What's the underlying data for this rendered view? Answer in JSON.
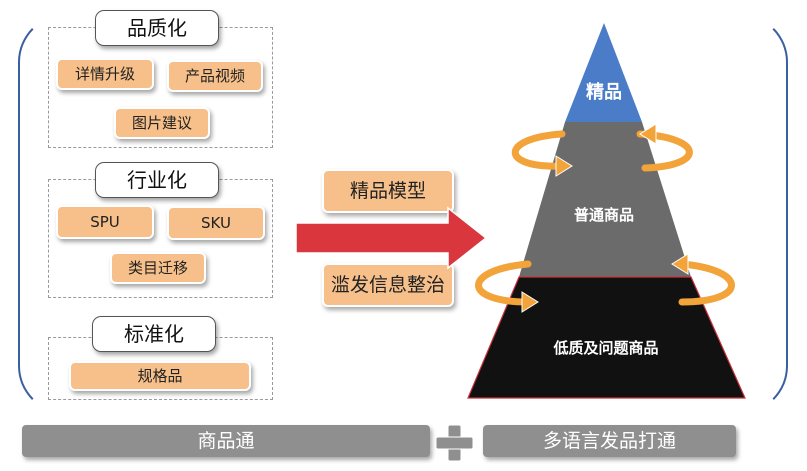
{
  "groups": {
    "quality": {
      "title": "品质化",
      "tags": [
        "详情升级",
        "产品视频",
        "图片建议"
      ]
    },
    "industry": {
      "title": "行业化",
      "tags": [
        "SPU",
        "SKU",
        "类目迁移"
      ]
    },
    "standard": {
      "title": "标准化",
      "tags": [
        "规格品"
      ]
    }
  },
  "middle": {
    "top_label": "精品模型",
    "bottom_label": "滥发信息整治"
  },
  "pyramid": {
    "top": "精品",
    "middle": "普通商品",
    "bottom": "低质及问题商品"
  },
  "bottom_bar": {
    "left": "商品通",
    "right": "多语言发品打通"
  },
  "colors": {
    "tag_fill": "#f7c08a",
    "pyramid_top": "#4a7cc7",
    "pyramid_middle": "#6b6b6b",
    "pyramid_bottom": "#111111",
    "arrow": "#d9363e",
    "ring": "#f2a33a",
    "bar": "#8f8f8f"
  }
}
